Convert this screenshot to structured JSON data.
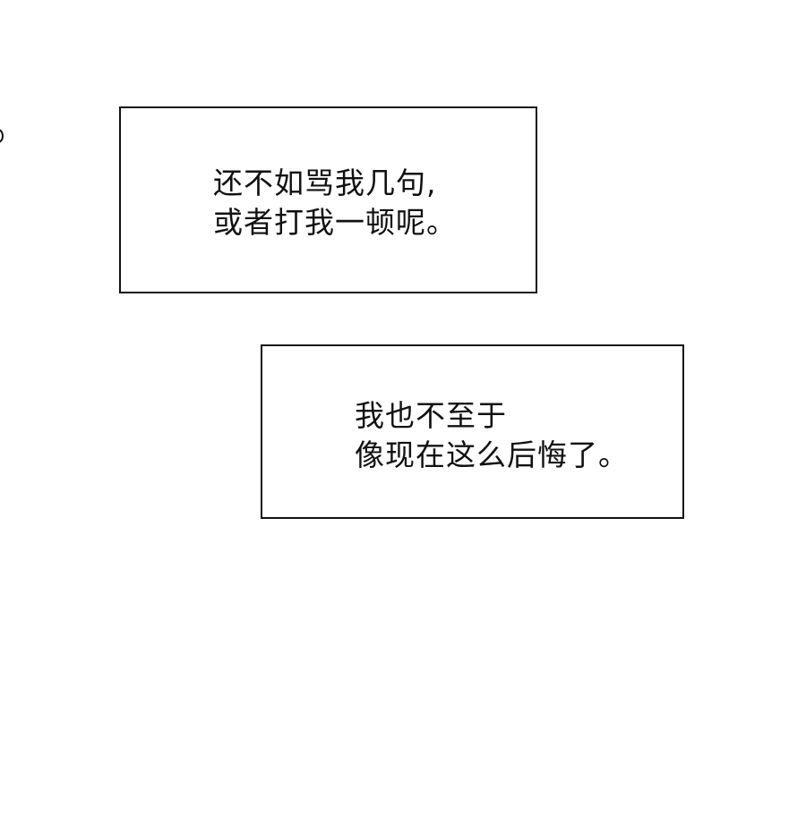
{
  "panel": {
    "captions": [
      {
        "lines": [
          "还不如骂我几句,",
          "或者打我一顿呢。"
        ]
      },
      {
        "lines": [
          "我也不至于",
          "像现在这么后悔了。"
        ]
      }
    ]
  }
}
